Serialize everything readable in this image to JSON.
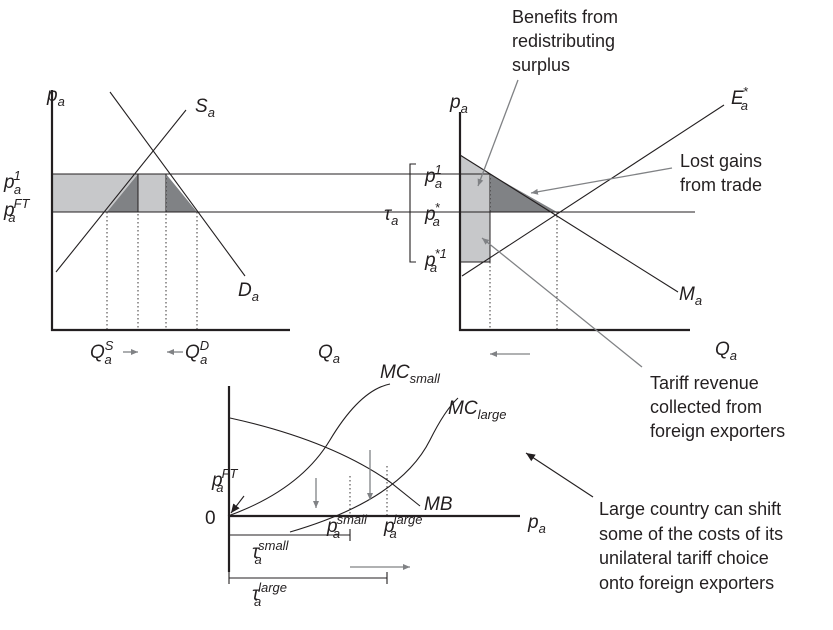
{
  "labels": {
    "pa": "p",
    "a": "a",
    "one": "1",
    "FT": "FT",
    "star": "*",
    "star1": "*1",
    "S": "S",
    "D": "D",
    "E": "E",
    "M": "M",
    "Q": "Q",
    "QS_sup": "S",
    "QD_sup": "D",
    "tau": "τ",
    "MC": "MC",
    "small": "small",
    "large": "large",
    "MB": "MB",
    "zero": "0"
  },
  "annotations": {
    "benefits": [
      "Benefits from",
      "redistributing",
      "surplus"
    ],
    "lost_gains": [
      "Lost gains",
      "from trade"
    ],
    "tariff_revenue": [
      "Tariff revenue",
      "collected from",
      "foreign exporters"
    ],
    "large_country": [
      "Large country can shift",
      "some of the costs of its",
      "unilateral tariff choice",
      "onto foreign exporters"
    ]
  },
  "colors": {
    "dark_gray": "#808285",
    "medium_gray": "#a7a9ac",
    "light_gray": "#c7c8ca",
    "axis": "#231f20",
    "arrow_gray": "#808285"
  }
}
